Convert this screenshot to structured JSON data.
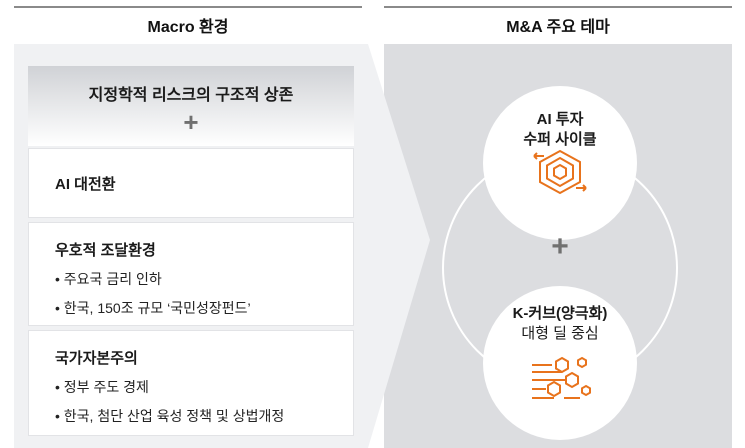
{
  "headers": {
    "left": "Macro 환경",
    "right": "M&A 주요 테마"
  },
  "left": {
    "top_box": {
      "title": "지정학적 리스크의 구조적 상존",
      "plus": "+"
    },
    "ai_box": {
      "title": "AI 대전환"
    },
    "finance_box": {
      "title": "우호적 조달환경",
      "bullets": [
        "주요국 금리 인하",
        "한국, 150조 규모 ‘국민성장펀드’"
      ]
    },
    "state_box": {
      "title": "국가자본주의",
      "bullets": [
        "정부 주도 경제",
        "한국, 첨단 산업 육성 정책 및  상법개정"
      ]
    }
  },
  "right": {
    "theme1": {
      "line1": "AI 투자",
      "line2": "수퍼 사이클",
      "icon": "hexagon-cycle-icon"
    },
    "plus": "+",
    "theme2": {
      "line1": "K-커브(양극화)",
      "line2": "대형 딜 중심",
      "icon": "hexagon-network-icon"
    }
  },
  "colors": {
    "accent": "#e8731c",
    "panel": "#dcdde0",
    "header_rule": "#8a8a8a"
  }
}
